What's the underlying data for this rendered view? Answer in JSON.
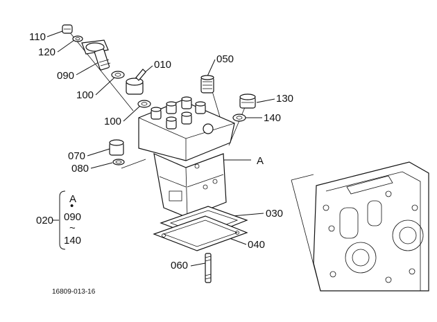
{
  "diagram": {
    "part_labels": {
      "p110": "110",
      "p120": "120",
      "p090": "090",
      "p100a": "100",
      "p010": "010",
      "p050": "050",
      "p130": "130",
      "p100b": "100",
      "p140": "140",
      "p070": "070",
      "pA": "A",
      "p080": "080",
      "p030": "030",
      "p040": "040",
      "p060": "060"
    },
    "group": {
      "label": "020",
      "line1": "A",
      "line2": "•",
      "line3": "090",
      "line4": "~",
      "line5": "140"
    },
    "drawing_code": "16809-013-16"
  }
}
